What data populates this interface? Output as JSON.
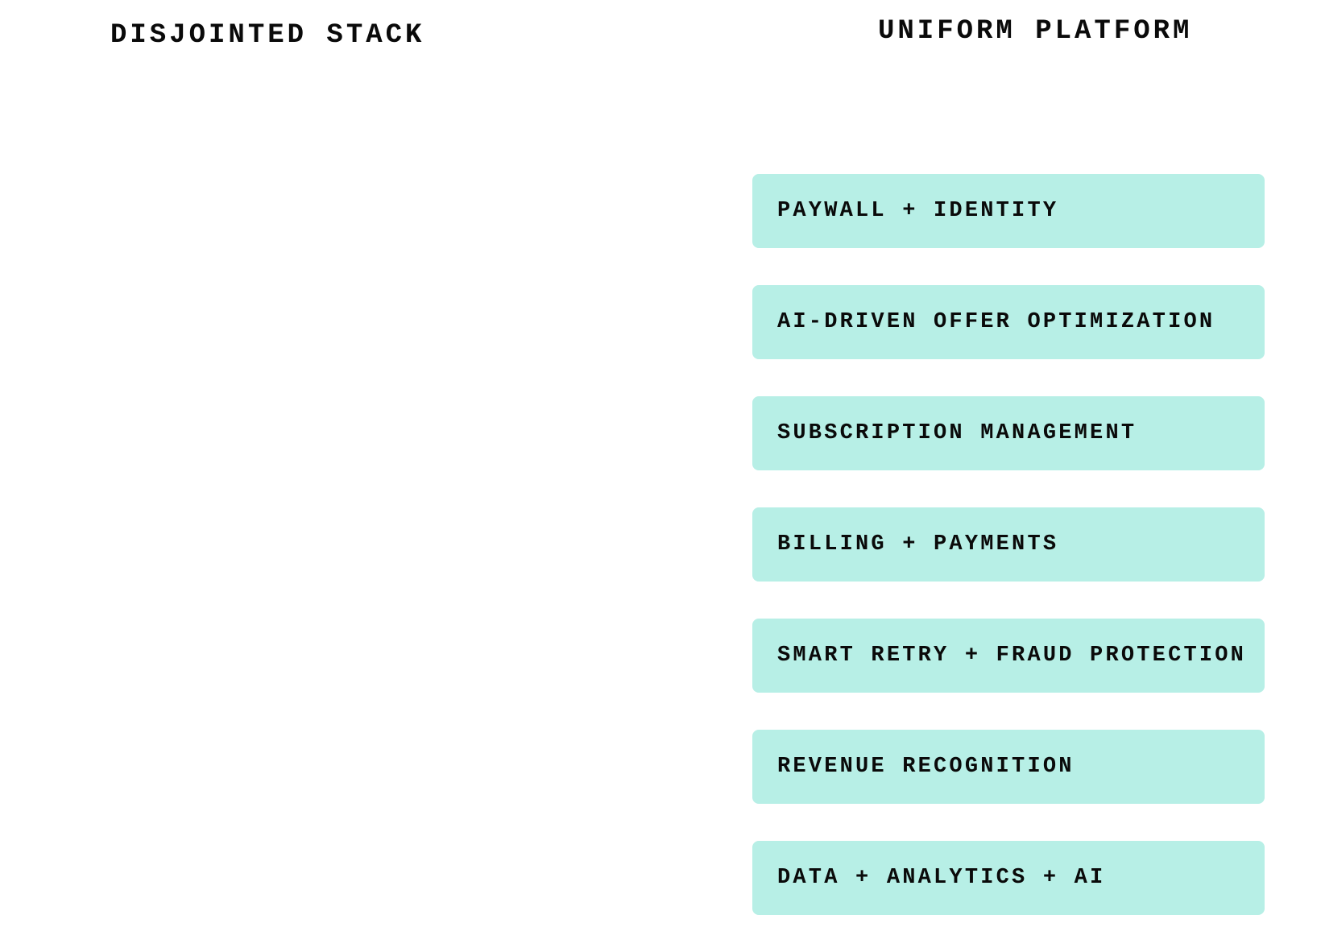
{
  "colors": {
    "background": "#ffffff",
    "layer_fill": "#B7EFE6",
    "text": "#0a0a0a"
  },
  "left_column": {
    "title": "DISJOINTED STACK"
  },
  "right_column": {
    "title": "UNIFORM PLATFORM",
    "layers": [
      {
        "label": "PAYWALL + IDENTITY"
      },
      {
        "label": "AI-DRIVEN OFFER OPTIMIZATION"
      },
      {
        "label": "SUBSCRIPTION MANAGEMENT"
      },
      {
        "label": "BILLING + PAYMENTS"
      },
      {
        "label": "SMART RETRY + FRAUD PROTECTION"
      },
      {
        "label": "REVENUE RECOGNITION"
      },
      {
        "label": "DATA + ANALYTICS + AI"
      }
    ]
  }
}
